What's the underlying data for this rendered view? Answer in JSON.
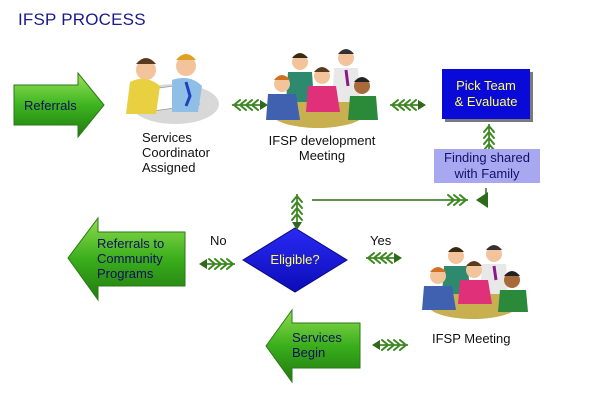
{
  "title": "IFSP PROCESS",
  "nodes": {
    "referrals": "Referrals",
    "services_coordinator": [
      "Services",
      "Coordinator",
      "Assigned"
    ],
    "ifsp_dev": [
      "IFSP development",
      "Meeting"
    ],
    "pick_team": [
      "Pick Team",
      "& Evaluate"
    ],
    "finding": [
      "Finding shared",
      "with Family"
    ],
    "eligible": "Eligible?",
    "no": "No",
    "yes": "Yes",
    "community": [
      "Referrals to",
      "Community",
      "Programs"
    ],
    "ifsp_meeting": "IFSP Meeting",
    "services_begin": [
      "Services",
      "Begin"
    ]
  },
  "icons": [
    "two-people-meeting-icon",
    "group-meeting-icon",
    "group-meeting-icon-small",
    "leaf-arrow-icon"
  ],
  "colors": {
    "title": "#1a1a8c",
    "green_arrow": "#3db520",
    "blue_box": "#0a0ad8",
    "lavender_box": "#a8a8f0",
    "diamond": "#1414e0",
    "leaf": "#2e6b18"
  }
}
